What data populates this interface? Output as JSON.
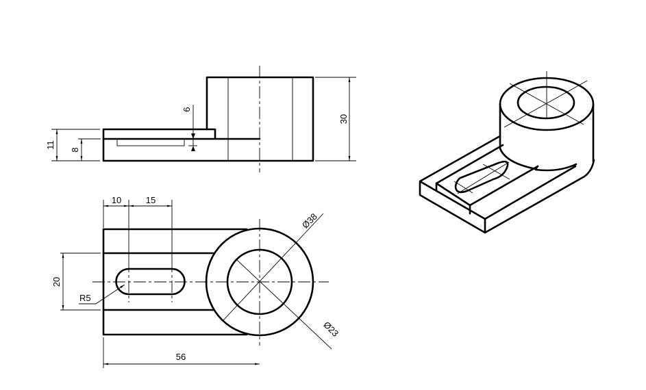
{
  "drawing": {
    "front_view": {
      "dims": {
        "height_total": "30",
        "plate_height": "11",
        "base_height": "8",
        "slot_depth": "6"
      }
    },
    "top_view": {
      "dims": {
        "slot_offset": "10",
        "slot_length": "15",
        "strip_width": "20",
        "slot_radius": "R5",
        "outer_diameter": "Ø38",
        "inner_diameter": "Ø23",
        "center_distance": "56"
      }
    },
    "colors": {
      "line": "#000000",
      "background": "#ffffff"
    }
  }
}
